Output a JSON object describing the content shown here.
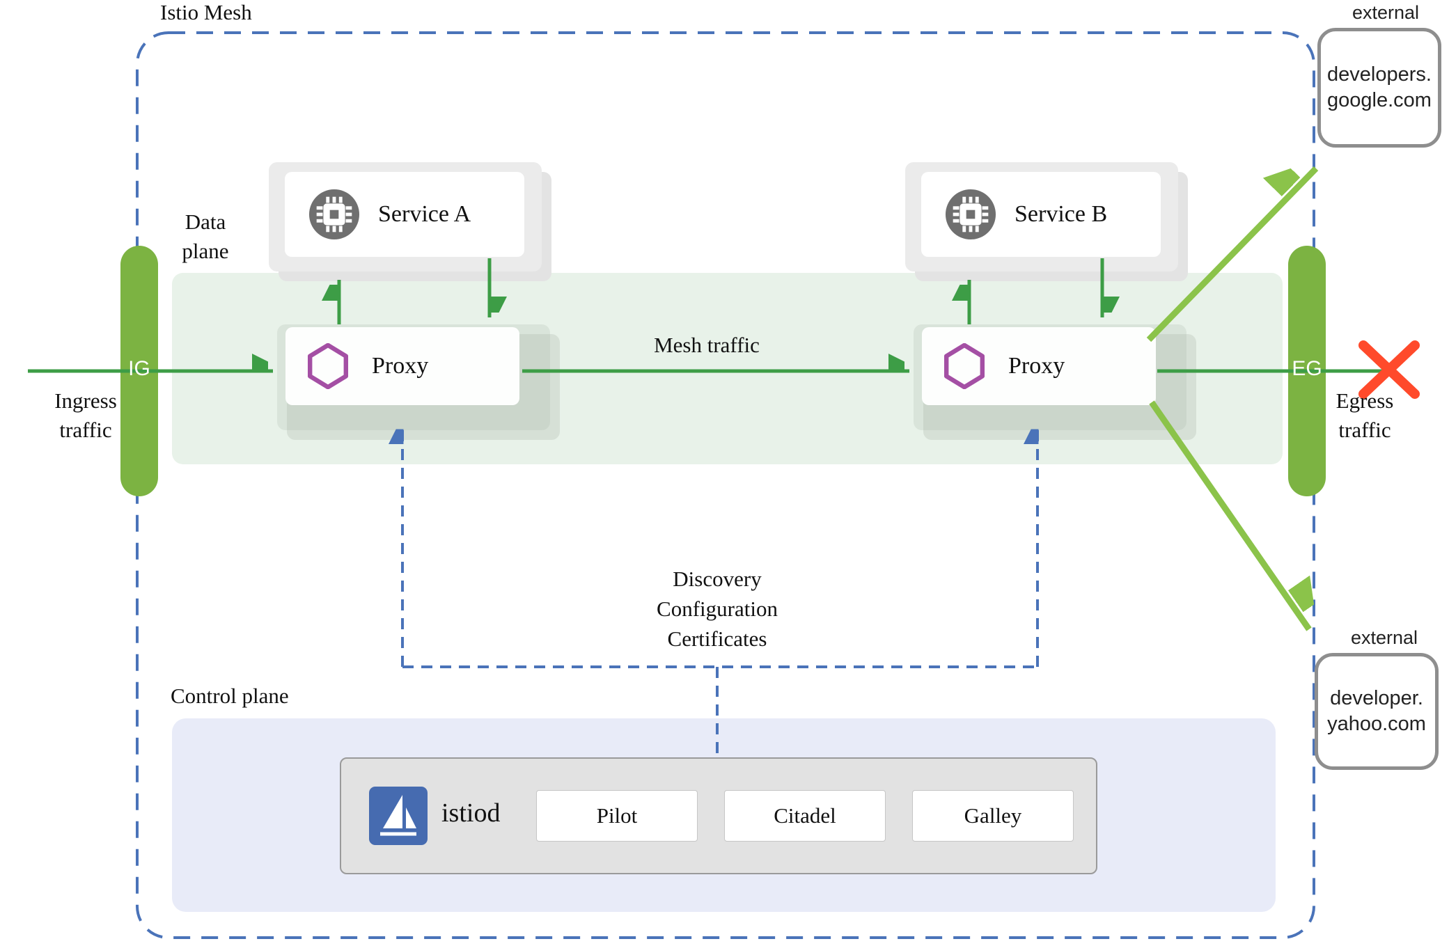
{
  "diagram_title": "Istio Mesh",
  "colors": {
    "mesh_border_blue": "#4a73b9",
    "traffic_green": "#3d9d46",
    "external_arrow_lime": "#8bc34a",
    "gateway_pill_green": "#7cb342",
    "data_plane_band": "#e8f2e9",
    "control_plane_band": "#e8ebf8",
    "proxy_hexagon_purple": "#a44fa4",
    "istio_logo_blue": "#466bb0",
    "blocked_x_red": "#ff4a2b"
  },
  "planes": {
    "data_plane_label_line1": "Data",
    "data_plane_label_line2": "plane",
    "control_plane_label": "Control plane"
  },
  "ingress": {
    "label_line1": "Ingress",
    "label_line2": "traffic",
    "gateway_abbr": "IG"
  },
  "egress": {
    "label_line1": "Egress",
    "label_line2": "traffic",
    "gateway_abbr": "EG"
  },
  "mesh_traffic_label": "Mesh traffic",
  "services": {
    "a": {
      "name": "Service A",
      "proxy": "Proxy"
    },
    "b": {
      "name": "Service B",
      "proxy": "Proxy"
    }
  },
  "control_channel": {
    "line1": "Discovery",
    "line2": "Configuration",
    "line3": "Certificates"
  },
  "istiod": {
    "name": "istiod",
    "components": [
      "Pilot",
      "Citadel",
      "Galley"
    ]
  },
  "external_google": {
    "tag": "external",
    "host_line1": "developers.",
    "host_line2": "google.com"
  },
  "external_yahoo": {
    "tag": "external",
    "host_line1": "developer.",
    "host_line2": "yahoo.com"
  },
  "icons": {
    "service": "cpu-chip-icon",
    "proxy": "envoy-hexagon-icon",
    "istiod": "istio-sail-icon",
    "blocked": "red-x-icon"
  }
}
